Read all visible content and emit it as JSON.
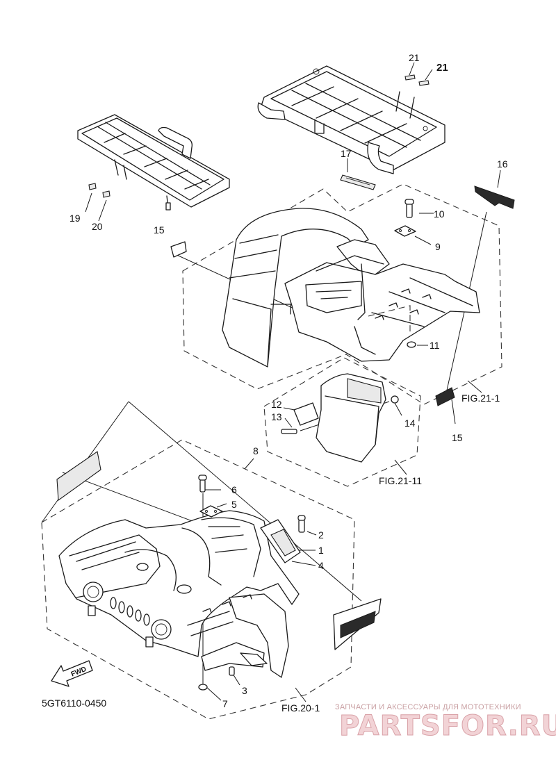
{
  "diagram": {
    "callouts": {
      "c1": "1",
      "c2": "2",
      "c3": "3",
      "c4": "4",
      "c5": "5",
      "c6": "6",
      "c7": "7",
      "c8": "8",
      "c9": "9",
      "c10": "10",
      "c11": "11",
      "c12": "12",
      "c13": "13",
      "c14": "14",
      "c15a": "15",
      "c15b": "15",
      "c16": "16",
      "c17": "17",
      "c19": "19",
      "c20": "20",
      "c21a": "21",
      "c21b": "21"
    },
    "figure_refs": {
      "fig_21_1": "FIG.21-1",
      "fig_21_11": "FIG.21-11",
      "fig_20_1": "FIG.20-1"
    },
    "fwd_label": "FWD",
    "diagram_code": "5GT6110-0450"
  },
  "watermark": {
    "tagline": "ЗАПЧАСТИ И АКСЕССУАРЫ ДЛЯ МОТОТЕХНИКИ",
    "logo_text": "PARTSFOR.RU",
    "logo_color": "#d9a2a8"
  }
}
